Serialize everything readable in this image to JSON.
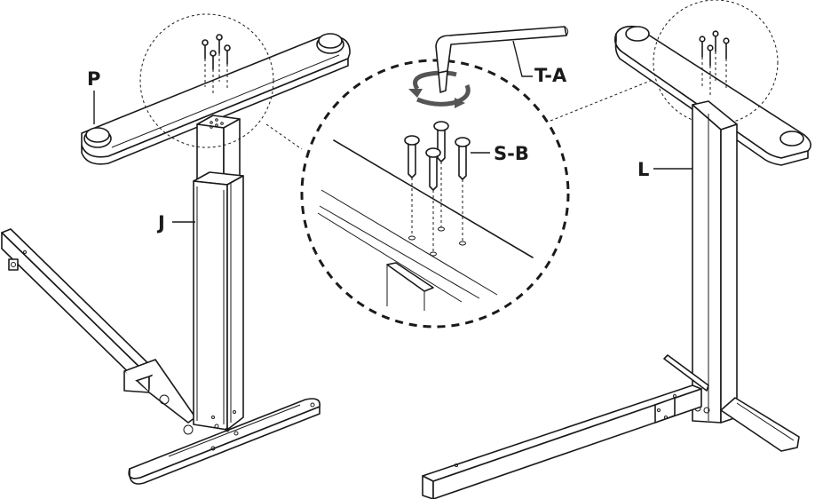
{
  "labels": {
    "p": "P",
    "j": "J",
    "ta": "T-A",
    "sb": "S-B",
    "l": "L"
  }
}
